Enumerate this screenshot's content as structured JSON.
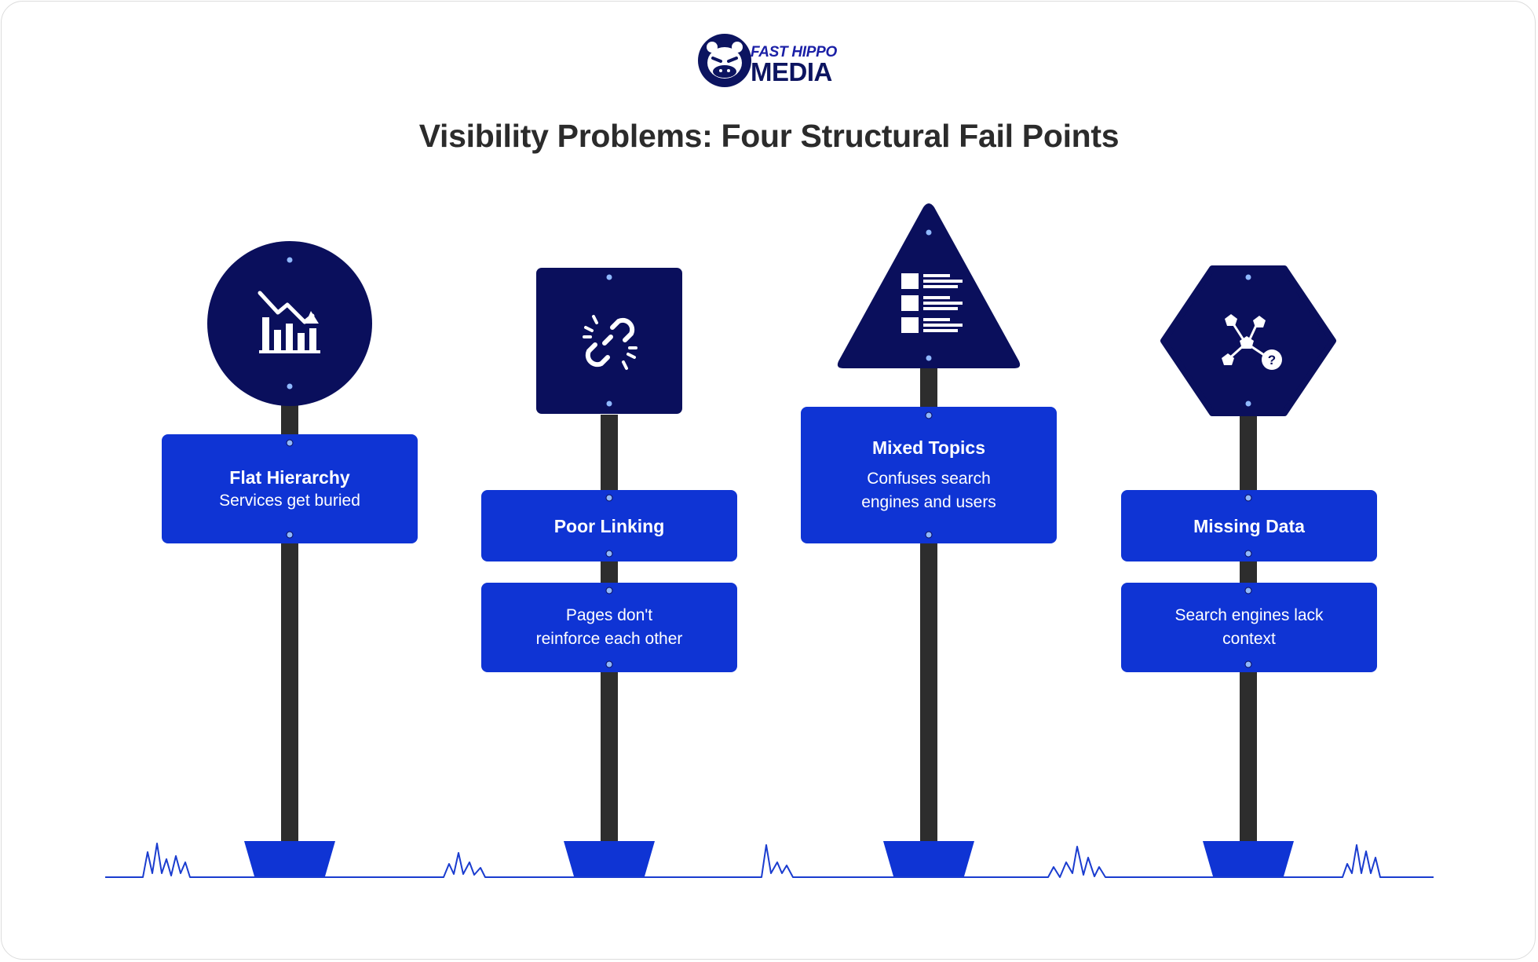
{
  "brand": {
    "logo_top": "FAST HIPPO",
    "logo_bottom": "MEDIA"
  },
  "title": "Visibility Problems: Four Structural Fail Points",
  "colors": {
    "sign": "#0a0f5c",
    "plate": "#0f34d4",
    "pole": "#2d2d2d",
    "grass": "#1a3ccf",
    "title": "#2b2b2b"
  },
  "signs": [
    {
      "shape": "circle",
      "icon": "declining-chart-icon",
      "heading": "Flat Hierarchy",
      "text": "Services get buried"
    },
    {
      "shape": "square",
      "icon": "broken-link-icon",
      "heading": "Poor Linking",
      "text": "Pages don't\nreinforce each other"
    },
    {
      "shape": "triangle",
      "icon": "list-icon",
      "heading": "Mixed Topics",
      "text": "Confuses search\nengines and users"
    },
    {
      "shape": "hexagon",
      "icon": "network-question-icon",
      "heading": "Missing Data",
      "text": "Search engines lack\ncontext"
    }
  ]
}
